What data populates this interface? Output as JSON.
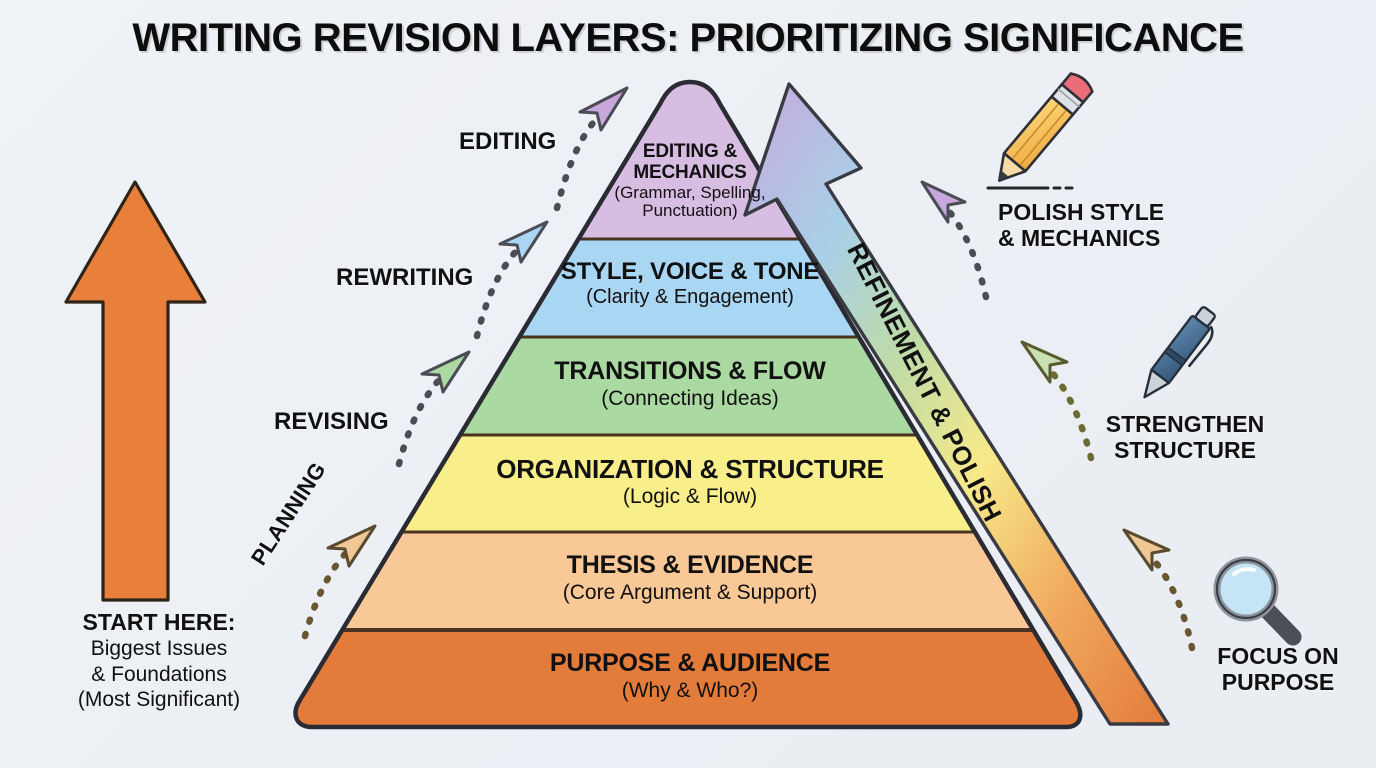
{
  "title": "WRITING REVISION LAYERS: PRIORITIZING SIGNIFICANCE",
  "background_color": "#eef1f5",
  "pyramid": {
    "layers": [
      {
        "id": "editing",
        "title": "EDITING &\nMECHANICS",
        "title_line1": "EDITING &",
        "title_line2": "MECHANICS",
        "subtitle_line1": "(Grammar, Spelling,",
        "subtitle_line2": "Punctuation)",
        "color": "#d8bde2"
      },
      {
        "id": "style",
        "title": "STYLE, VOICE & TONE",
        "subtitle": "(Clarity & Engagement)",
        "color": "#a9d6f2"
      },
      {
        "id": "transitions",
        "title": "TRANSITIONS & FLOW",
        "subtitle": "(Connecting Ideas)",
        "color": "#abd9a2"
      },
      {
        "id": "organization",
        "title": "ORGANIZATION & STRUCTURE",
        "subtitle": "(Logic & Flow)",
        "color": "#f8ef8b"
      },
      {
        "id": "thesis",
        "title": "THESIS & EVIDENCE",
        "subtitle": "(Core Argument & Support)",
        "color": "#f9c897"
      },
      {
        "id": "purpose",
        "title": "PURPOSE & AUDIENCE",
        "subtitle": "(Why & Who?)",
        "color": "#e37b3a"
      }
    ]
  },
  "left_stage_labels": [
    {
      "id": "editing-stage",
      "label": "EDITING"
    },
    {
      "id": "rewriting-stage",
      "label": "REWRITING"
    },
    {
      "id": "revising-stage",
      "label": "REVISING"
    },
    {
      "id": "planning-stage",
      "label": "PLANNING"
    }
  ],
  "big_arrow": {
    "id": "refinement-polish-arrow",
    "label": "REFINEMENT & POLISH",
    "gradient_from": "#e37b3a",
    "gradient_to": "#c8a8dc"
  },
  "start_here": {
    "heading": "START HERE:",
    "lines": [
      "Biggest Issues",
      "& Foundations",
      "(Most Significant)"
    ],
    "arrow_color": "#e8803c"
  },
  "right_callouts": [
    {
      "id": "polish-style",
      "icon": "pencil-icon",
      "line1": "POLISH STYLE",
      "line2": "& MECHANICS",
      "arrow_color": "#c8a8dc"
    },
    {
      "id": "strengthen-structure",
      "icon": "pen-icon",
      "line1": "STRENGTHEN",
      "line2": "STRUCTURE",
      "arrow_color": "#c8e0b4"
    },
    {
      "id": "focus-on-purpose",
      "icon": "magnifying-glass-icon",
      "line1": "FOCUS ON",
      "line2": "PURPOSE",
      "arrow_color": "#f0c898"
    }
  ]
}
